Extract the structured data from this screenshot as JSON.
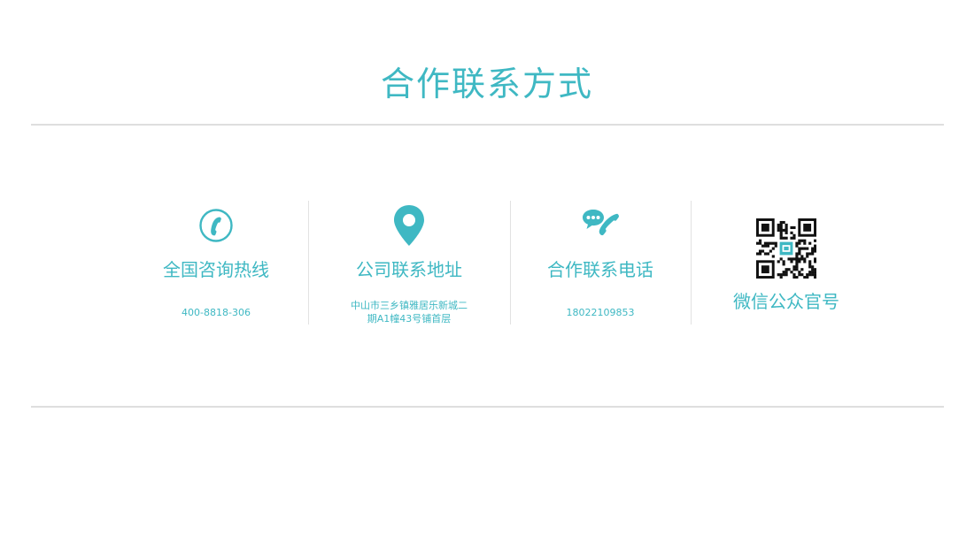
{
  "title": "合作联系方式",
  "colors": {
    "accent": "#3fb8c3",
    "divider": "#dedede"
  },
  "contacts": [
    {
      "icon": "phone-circle-icon",
      "label": "全国咨询热线",
      "value": "400-8818-306"
    },
    {
      "icon": "location-pin-icon",
      "label": "公司联系地址",
      "value_lines": [
        "中山市三乡镇雅居乐新城二",
        "期A1幢43号铺首层"
      ]
    },
    {
      "icon": "chat-phone-icon",
      "label": "合作联系电话",
      "value": "18022109853"
    },
    {
      "icon": "qr-code-icon",
      "label": "微信公众官号"
    }
  ]
}
